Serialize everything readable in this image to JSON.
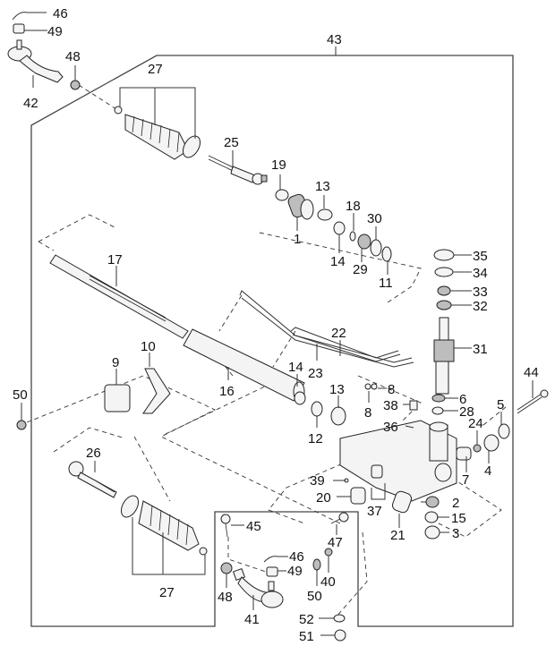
{
  "diagram": {
    "title": "Power Steering Gear Box Assembly - Exploded View",
    "assembly_callout": "43",
    "callouts": [
      {
        "id": "46a",
        "label": "46",
        "part": "cotter-pin"
      },
      {
        "id": "49a",
        "label": "49",
        "part": "castle-nut"
      },
      {
        "id": "42",
        "label": "42",
        "part": "tie-rod-end-left"
      },
      {
        "id": "48a",
        "label": "48",
        "part": "lock-nut"
      },
      {
        "id": "27a",
        "label": "27",
        "part": "bellows-boot-kit"
      },
      {
        "id": "25",
        "label": "25",
        "part": "inner-tie-rod"
      },
      {
        "id": "19",
        "label": "19",
        "part": "bushing"
      },
      {
        "id": "13a",
        "label": "13",
        "part": "o-ring"
      },
      {
        "id": "1",
        "label": "1",
        "part": "rack-stopper"
      },
      {
        "id": "18",
        "label": "18",
        "part": "o-ring-small"
      },
      {
        "id": "30",
        "label": "30",
        "part": "o-ring"
      },
      {
        "id": "14a",
        "label": "14",
        "part": "oil-seal"
      },
      {
        "id": "29",
        "label": "29",
        "part": "seal-washer"
      },
      {
        "id": "11",
        "label": "11",
        "part": "snap-ring"
      },
      {
        "id": "35",
        "label": "35",
        "part": "dust-cover"
      },
      {
        "id": "34",
        "label": "34",
        "part": "washer"
      },
      {
        "id": "33",
        "label": "33",
        "part": "oil-seal"
      },
      {
        "id": "32",
        "label": "32",
        "part": "bearing"
      },
      {
        "id": "17",
        "label": "17",
        "part": "rack"
      },
      {
        "id": "22",
        "label": "22",
        "part": "feed-tube"
      },
      {
        "id": "31",
        "label": "31",
        "part": "pinion-valve"
      },
      {
        "id": "10",
        "label": "10",
        "part": "clamp"
      },
      {
        "id": "9",
        "label": "9",
        "part": "mounting-bushing"
      },
      {
        "id": "16",
        "label": "16",
        "part": "cylinder-tube"
      },
      {
        "id": "14b",
        "label": "14",
        "part": "oil-seal"
      },
      {
        "id": "23",
        "label": "23",
        "part": "feed-tube"
      },
      {
        "id": "13b",
        "label": "13",
        "part": "o-ring"
      },
      {
        "id": "8a",
        "label": "8",
        "part": "o-ring"
      },
      {
        "id": "44",
        "label": "44",
        "part": "bolt"
      },
      {
        "id": "50a",
        "label": "50",
        "part": "nut"
      },
      {
        "id": "12",
        "label": "12",
        "part": "back-up-ring"
      },
      {
        "id": "8b",
        "label": "8",
        "part": "o-ring"
      },
      {
        "id": "38",
        "label": "38",
        "part": "union-bolt"
      },
      {
        "id": "6",
        "label": "6",
        "part": "oil-seal"
      },
      {
        "id": "28",
        "label": "28",
        "part": "o-ring"
      },
      {
        "id": "5",
        "label": "5",
        "part": "snap-ring"
      },
      {
        "id": "36",
        "label": "36",
        "part": "pin"
      },
      {
        "id": "24",
        "label": "24",
        "part": "lock-nut"
      },
      {
        "id": "4",
        "label": "4",
        "part": "yoke-plug"
      },
      {
        "id": "7",
        "label": "7",
        "part": "rack-guide"
      },
      {
        "id": "26",
        "label": "26",
        "part": "inner-tie-rod"
      },
      {
        "id": "39",
        "label": "39",
        "part": "screw"
      },
      {
        "id": "20",
        "label": "20",
        "part": "bushing"
      },
      {
        "id": "37",
        "label": "37",
        "part": "bracket-set"
      },
      {
        "id": "2",
        "label": "2",
        "part": "ball-bearing"
      },
      {
        "id": "21",
        "label": "21",
        "part": "bushing"
      },
      {
        "id": "15",
        "label": "15",
        "part": "lock-nut"
      },
      {
        "id": "3",
        "label": "3",
        "part": "cap"
      },
      {
        "id": "45",
        "label": "45",
        "part": "bolt"
      },
      {
        "id": "47",
        "label": "47",
        "part": "bolt"
      },
      {
        "id": "46b",
        "label": "46",
        "part": "cotter-pin"
      },
      {
        "id": "49b",
        "label": "49",
        "part": "castle-nut"
      },
      {
        "id": "40",
        "label": "40",
        "part": "nut"
      },
      {
        "id": "27b",
        "label": "27",
        "part": "bellows-boot-kit"
      },
      {
        "id": "48b",
        "label": "48",
        "part": "lock-nut"
      },
      {
        "id": "50b",
        "label": "50",
        "part": "nut"
      },
      {
        "id": "41",
        "label": "41",
        "part": "tie-rod-end-right"
      },
      {
        "id": "52",
        "label": "52",
        "part": "washer"
      },
      {
        "id": "51",
        "label": "51",
        "part": "nut"
      }
    ]
  }
}
